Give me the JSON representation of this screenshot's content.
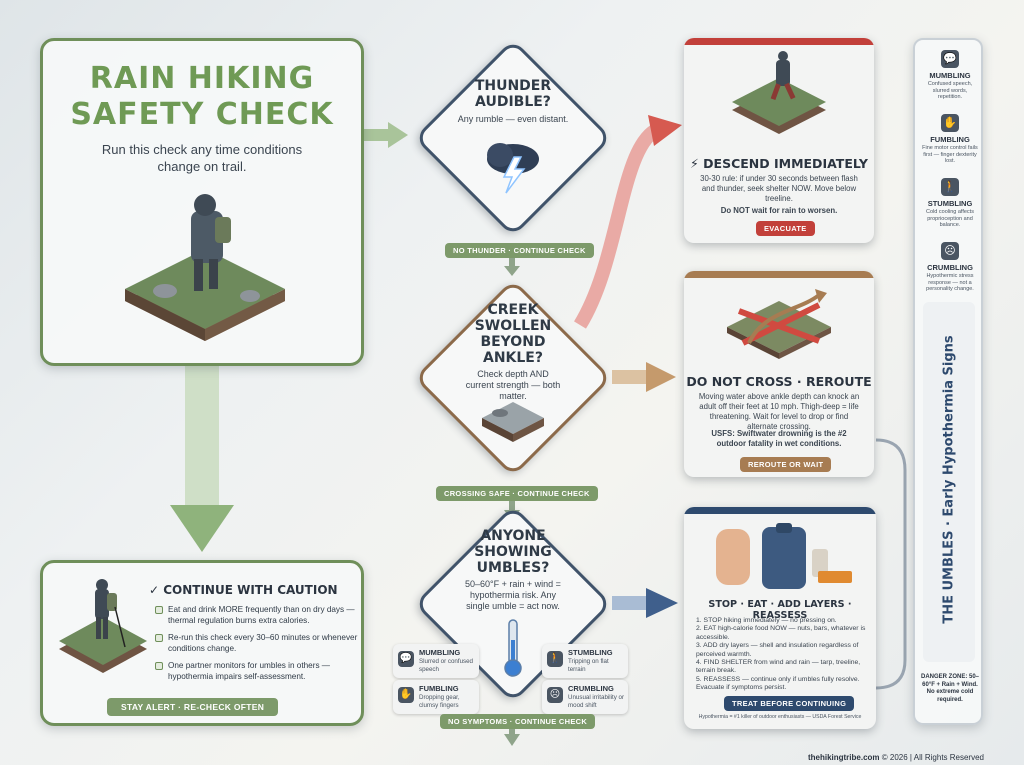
{
  "header": {
    "title_line1": "RAIN HIKING",
    "title_line2": "SAFETY CHECK",
    "subtitle": "Run this check any time conditions change on trail."
  },
  "decision1": {
    "question": "THUNDER AUDIBLE?",
    "sub": "Any rumble — even distant.",
    "continue_label": "NO THUNDER · CONTINUE CHECK"
  },
  "decision2": {
    "question_line1": "CREEK",
    "question_line2": "SWOLLEN",
    "question_line3": "BEYOND ANKLE?",
    "sub": "Check depth AND current strength — both matter.",
    "continue_label": "CROSSING SAFE · CONTINUE CHECK"
  },
  "decision3": {
    "question_line1": "ANYONE",
    "question_line2": "SHOWING",
    "question_line3": "UMBLES?",
    "sub": "50–60°F + rain + wind = hypothermia risk. Any single umble = act now.",
    "continue_label": "NO SYMPTOMS · CONTINUE CHECK",
    "symptoms": [
      {
        "icon": "💬",
        "name": "MUMBLING",
        "desc": "Slurred or confused speech"
      },
      {
        "icon": "✋",
        "name": "FUMBLING",
        "desc": "Dropping gear, clumsy fingers"
      },
      {
        "icon": "🚶",
        "name": "STUMBLING",
        "desc": "Tripping on flat terrain"
      },
      {
        "icon": "☹",
        "name": "CRUMBLING",
        "desc": "Unusual irritability or mood shift"
      }
    ]
  },
  "descend": {
    "title": "⚡ DESCEND IMMEDIATELY",
    "body": "30-30 rule: if under 30 seconds between flash and thunder, seek shelter NOW. Move below treeline.",
    "bold": "Do NOT wait for rain to worsen.",
    "action": "EVACUATE",
    "accent": "#c2403a"
  },
  "reroute": {
    "title": "DO NOT CROSS · REROUTE",
    "body": "Moving water above ankle depth can knock an adult off their feet at 10 mph. Thigh-deep = life threatening. Wait for level to drop or find alternate crossing.",
    "bold": "USFS: Swiftwater drowning is the #2 outdoor fatality in wet conditions.",
    "action": "REROUTE OR WAIT",
    "accent": "#a77c52"
  },
  "treat": {
    "title": "STOP · EAT · ADD LAYERS · REASSESS",
    "steps": [
      "1. STOP hiking immediately — no pressing on.",
      "2. EAT high-calorie food NOW — nuts, bars, whatever is accessible.",
      "3. ADD dry layers — shell and insulation regardless of perceived warmth.",
      "4. FIND SHELTER from wind and rain — tarp, treeline, terrain break.",
      "5. REASSESS — continue only if umbles fully resolve. Evacuate if symptoms persist."
    ],
    "action": "TREAT BEFORE CONTINUING",
    "footnote": "Hypothermia = #1 killer of outdoor enthusiasts — USDA Forest Service",
    "accent": "#2e4a6e"
  },
  "caution": {
    "title": "✓ CONTINUE WITH CAUTION",
    "items": [
      "Eat and drink MORE frequently than on dry days — thermal regulation burns extra calories.",
      "Re-run this check every 30–60 minutes or whenever conditions change.",
      "One partner monitors for umbles in others — hypothermia impairs self-assessment."
    ],
    "action": "STAY ALERT · RE-CHECK OFTEN"
  },
  "sidebar": {
    "vertical_title": "THE UMBLES · Early Hypothermia Signs",
    "items": [
      {
        "icon": "💬",
        "name": "MUMBLING",
        "desc": "Confused speech, slurred words, repetition."
      },
      {
        "icon": "✋",
        "name": "FUMBLING",
        "desc": "Fine motor control fails first — finger dexterity lost."
      },
      {
        "icon": "🚶",
        "name": "STUMBLING",
        "desc": "Cold cooling affects proprioception and balance."
      },
      {
        "icon": "☹",
        "name": "CRUMBLING",
        "desc": "Hypothermic stress response — not a personality change."
      }
    ],
    "danger": "DANGER ZONE: 50–60°F + Rain + Wind. No extreme cold required."
  },
  "footer": {
    "site": "thehikingtribe.com",
    "rest": "© 2026 | All Rights Reserved"
  },
  "colors": {
    "green": "#6f9a55",
    "navy": "#2e4a6e",
    "red": "#c2403a",
    "brown": "#a77c52"
  }
}
